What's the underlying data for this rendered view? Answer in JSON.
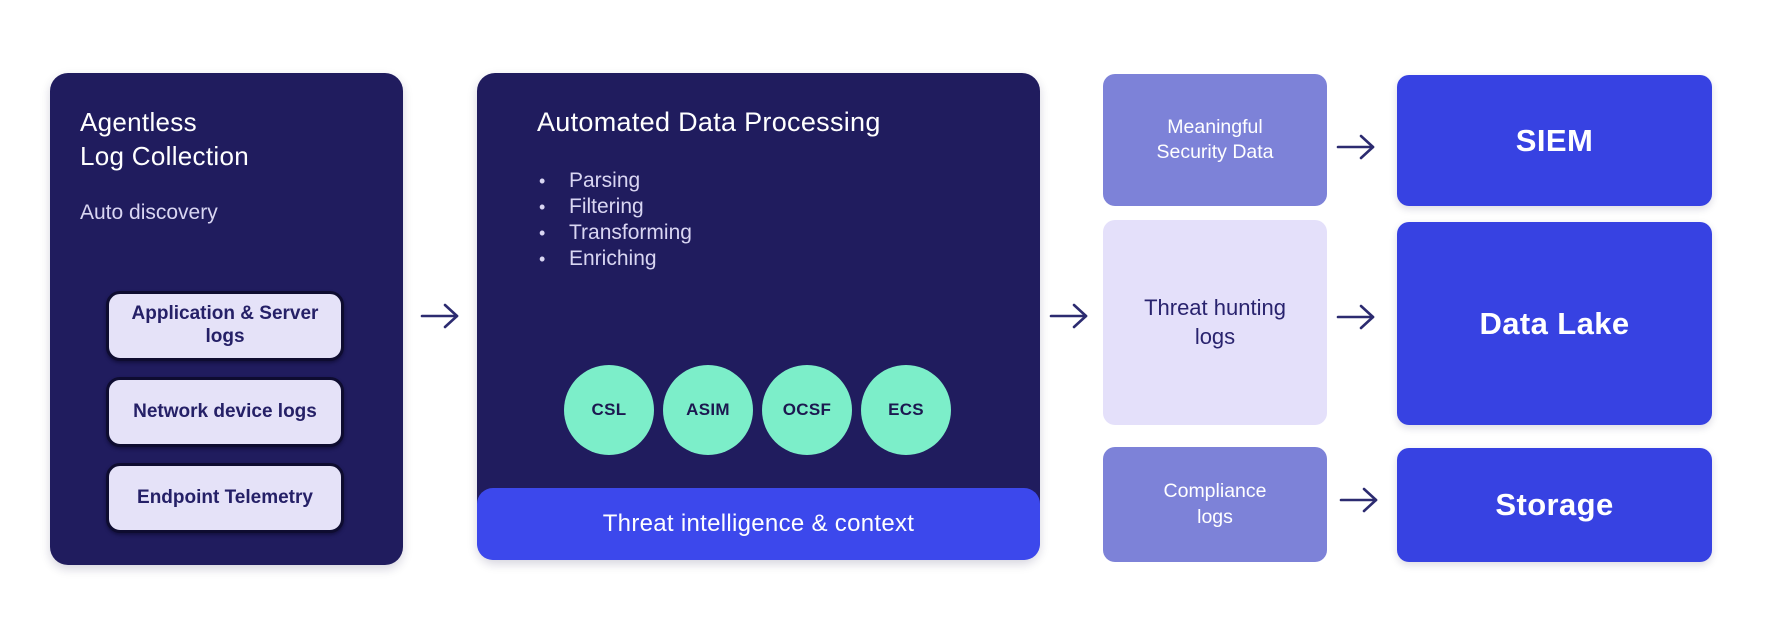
{
  "colors": {
    "canvas-bg": "#ffffff",
    "navy": "#201c5e",
    "chip-bg": "#e5e2f8",
    "chip-border": "#0e0c30",
    "chip-text": "#252067",
    "muted-lavender": "#d9d6f2",
    "mint": "#7ceec9",
    "mint-text": "#1c1850",
    "accent-blue": "#3742e2",
    "bar-blue": "#3c48ec",
    "medium-purple": "#7d82d8",
    "light-lavender": "#e4e0fa",
    "lavender-text": "#29236e",
    "arrow": "#2c2b70",
    "white": "#ffffff"
  },
  "collection": {
    "title": "Agentless\nLog Collection",
    "subtitle": "Auto discovery",
    "sources": [
      "Application & Server logs",
      "Network device logs",
      "Endpoint Telemetry"
    ]
  },
  "processing": {
    "title": "Automated Data Processing",
    "steps": [
      "Parsing",
      "Filtering",
      "Transforming",
      "Enriching"
    ],
    "formats": [
      "CSL",
      "ASIM",
      "OCSF",
      "ECS"
    ],
    "footer": "Threat intelligence & context"
  },
  "outputs": {
    "meaningful": "Meaningful\nSecurity Data",
    "threat_hunting": "Threat hunting\nlogs",
    "compliance": "Compliance\nlogs"
  },
  "destinations": {
    "siem": "SIEM",
    "data_lake": "Data Lake",
    "storage": "Storage"
  }
}
